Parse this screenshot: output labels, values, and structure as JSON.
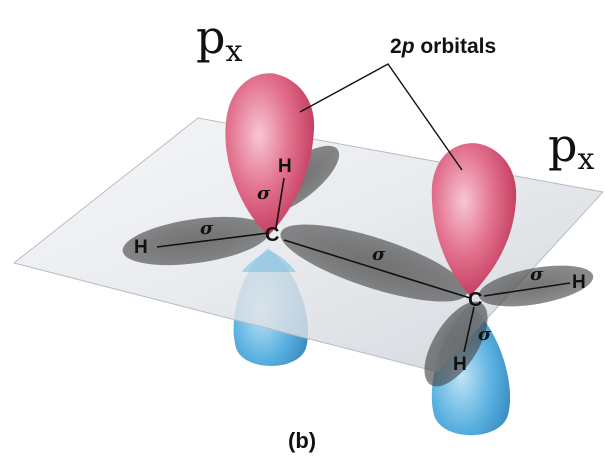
{
  "labels": {
    "px_left": {
      "base": "p",
      "sub": "x"
    },
    "px_right": {
      "base": "p",
      "sub": "x"
    },
    "orbitals_caption": {
      "number": "2",
      "italic": "p",
      "rest": " orbitals"
    },
    "subfigure": "(b)"
  },
  "atoms": {
    "carbon_left": "C",
    "carbon_right": "C",
    "h_left_top": "H",
    "h_left_side": "H",
    "h_right_side": "H",
    "h_right_bottom": "H"
  },
  "bonds": {
    "sigma_h_left_top": "σ",
    "sigma_h_left_side": "σ",
    "sigma_cc": "σ",
    "sigma_h_right_side": "σ",
    "sigma_h_right_bottom": "σ"
  },
  "colors": {
    "p_lobe_upper": "#d64d78",
    "p_lobe_lower": "#4aa3d8",
    "plane": "#e9ebee",
    "sigma_lobe": "#4a4a4a"
  }
}
